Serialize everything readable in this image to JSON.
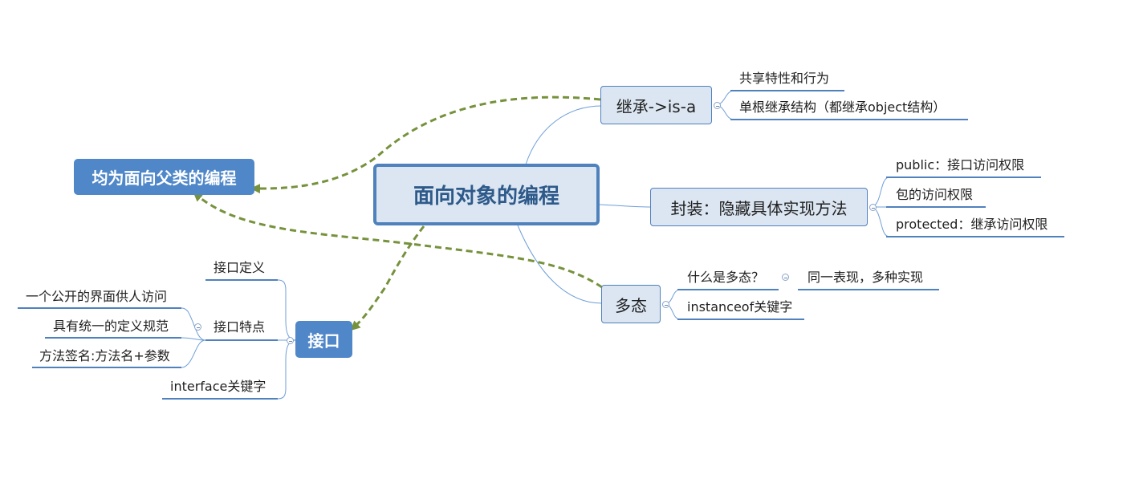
{
  "central": {
    "label": "面向对象的编程"
  },
  "parent_programming": {
    "label": "均为面向父类的编程"
  },
  "inheritance": {
    "label": "继承->is-a",
    "children": [
      "共享特性和行为",
      "单根继承结构（都继承object结构）"
    ]
  },
  "encapsulation": {
    "label": "封装：隐藏具体实现方法",
    "children": [
      "public：接口访问权限",
      "包的访问权限",
      "protected：继承访问权限"
    ]
  },
  "polymorphism": {
    "label": "多态",
    "children": [
      "什么是多态？",
      "instanceof关键字"
    ],
    "grandchild": "同一表现，多种实现"
  },
  "interface": {
    "label": "接口",
    "children": [
      "接口定义",
      "接口特点",
      "interface关键字"
    ],
    "features": [
      "一个公开的界面供人访问",
      "具有统一的定义规范",
      "方法签名:方法名+参数"
    ]
  },
  "colors": {
    "blue": "#4f81bd",
    "solid_blue": "#4f87c9",
    "light_fill": "#dce6f2",
    "dashed_green": "#76923c",
    "branch_line": "#6f9fd8"
  }
}
